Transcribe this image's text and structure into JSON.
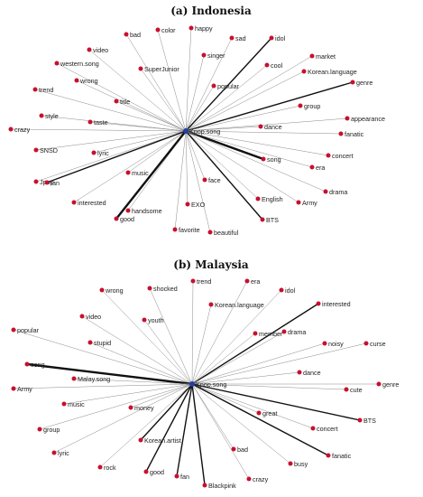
{
  "panels": [
    {
      "id": "indonesia",
      "title": "(a) Indonesia",
      "hub": {
        "label": "Kpop.song"
      },
      "nodes": [
        {
          "label": "bad",
          "w": 1
        },
        {
          "label": "color",
          "w": 1
        },
        {
          "label": "happy",
          "w": 1
        },
        {
          "label": "sad",
          "w": 1
        },
        {
          "label": "idol",
          "w": 2
        },
        {
          "label": "video",
          "w": 1
        },
        {
          "label": "singer",
          "w": 1
        },
        {
          "label": "cool",
          "w": 1
        },
        {
          "label": "market",
          "w": 1
        },
        {
          "label": "western.song",
          "w": 1
        },
        {
          "label": "SuperJunior",
          "w": 1
        },
        {
          "label": "Korean.language",
          "w": 1
        },
        {
          "label": "wrong",
          "w": 1
        },
        {
          "label": "popular",
          "w": 1
        },
        {
          "label": "genre",
          "w": 2
        },
        {
          "label": "trend",
          "w": 1
        },
        {
          "label": "title",
          "w": 1
        },
        {
          "label": "group",
          "w": 1
        },
        {
          "label": "style",
          "w": 1
        },
        {
          "label": "appearance",
          "w": 1
        },
        {
          "label": "taste",
          "w": 1
        },
        {
          "label": "dance",
          "w": 1
        },
        {
          "label": "crazy",
          "w": 1
        },
        {
          "label": "fanatic",
          "w": 1
        },
        {
          "label": "SNSD",
          "w": 1
        },
        {
          "label": "lyric",
          "w": 1
        },
        {
          "label": "concert",
          "w": 1
        },
        {
          "label": "song",
          "w": 3
        },
        {
          "label": "music",
          "w": 1
        },
        {
          "label": "era",
          "w": 1
        },
        {
          "label": "Jpop",
          "w": 1
        },
        {
          "label": "fan",
          "w": 2
        },
        {
          "label": "face",
          "w": 1
        },
        {
          "label": "English",
          "w": 1
        },
        {
          "label": "Army",
          "w": 1
        },
        {
          "label": "drama",
          "w": 1
        },
        {
          "label": "interested",
          "w": 1
        },
        {
          "label": "handsome",
          "w": 1
        },
        {
          "label": "EXO",
          "w": 1
        },
        {
          "label": "BTS",
          "w": 2
        },
        {
          "label": "good",
          "w": 3
        },
        {
          "label": "favorite",
          "w": 1
        },
        {
          "label": "beautiful",
          "w": 1
        }
      ]
    },
    {
      "id": "malaysia",
      "title": "(b) Malaysia",
      "hub": {
        "label": "Kpop.song"
      },
      "nodes": [
        {
          "label": "trend",
          "w": 1
        },
        {
          "label": "era",
          "w": 1
        },
        {
          "label": "wrong",
          "w": 1
        },
        {
          "label": "shocked",
          "w": 1
        },
        {
          "label": "idol",
          "w": 1
        },
        {
          "label": "Korean.language",
          "w": 1
        },
        {
          "label": "interested",
          "w": 2
        },
        {
          "label": "video",
          "w": 1
        },
        {
          "label": "youth",
          "w": 1
        },
        {
          "label": "member",
          "w": 1
        },
        {
          "label": "popular",
          "w": 1
        },
        {
          "label": "drama",
          "w": 1
        },
        {
          "label": "curse",
          "w": 1
        },
        {
          "label": "stupid",
          "w": 1
        },
        {
          "label": "noisy",
          "w": 1
        },
        {
          "label": "song",
          "w": 3
        },
        {
          "label": "Malay.song",
          "w": 1
        },
        {
          "label": "dance",
          "w": 1
        },
        {
          "label": "genre",
          "w": 1
        },
        {
          "label": "Army",
          "w": 1
        },
        {
          "label": "cute",
          "w": 1
        },
        {
          "label": "music",
          "w": 1
        },
        {
          "label": "money",
          "w": 1
        },
        {
          "label": "great",
          "w": 1
        },
        {
          "label": "BTS",
          "w": 2
        },
        {
          "label": "group",
          "w": 1
        },
        {
          "label": "concert",
          "w": 1
        },
        {
          "label": "Korean.artist",
          "w": 2
        },
        {
          "label": "lyric",
          "w": 1
        },
        {
          "label": "fanatic",
          "w": 2
        },
        {
          "label": "rock",
          "w": 1
        },
        {
          "label": "busy",
          "w": 1
        },
        {
          "label": "good",
          "w": 2
        },
        {
          "label": "bad",
          "w": 1
        },
        {
          "label": "fan",
          "w": 2
        },
        {
          "label": "crazy",
          "w": 1
        },
        {
          "label": "Blackpink",
          "w": 2
        }
      ]
    }
  ]
}
